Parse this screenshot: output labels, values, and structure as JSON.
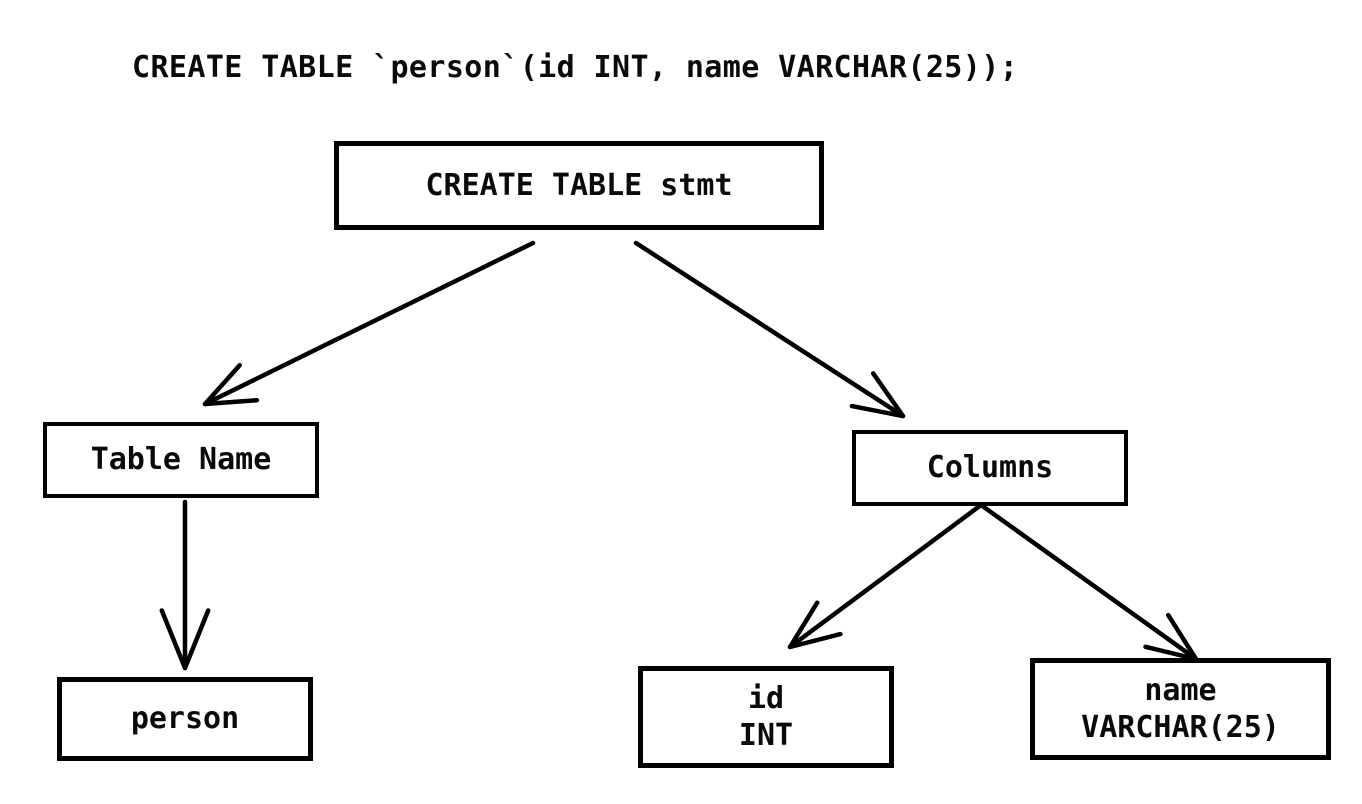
{
  "colors": {
    "background": "#ffffff",
    "ink": "#000000"
  },
  "sql_statement": {
    "text": "CREATE TABLE `person`(id INT, name VARCHAR(25));"
  },
  "tree": {
    "nodes": {
      "root": {
        "label": "CREATE TABLE stmt"
      },
      "table_name": {
        "label": "Table Name"
      },
      "columns": {
        "label": "Columns"
      },
      "person": {
        "label": "person"
      },
      "id_column": {
        "lines": [
          "id",
          "INT"
        ]
      },
      "name_column": {
        "lines": [
          "name",
          "VARCHAR(25)"
        ]
      }
    },
    "edges": [
      {
        "from": "CREATE TABLE stmt",
        "to": "Table Name"
      },
      {
        "from": "CREATE TABLE stmt",
        "to": "Columns"
      },
      {
        "from": "Table Name",
        "to": "person"
      },
      {
        "from": "Columns",
        "to": "id INT"
      },
      {
        "from": "Columns",
        "to": "name VARCHAR(25)"
      }
    ]
  }
}
